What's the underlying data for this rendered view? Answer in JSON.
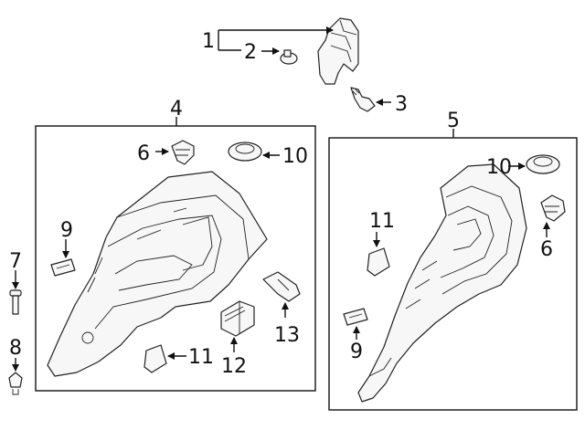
{
  "callouts": {
    "c1": "1",
    "c2": "2",
    "c3": "3",
    "c4": "4",
    "c5": "5",
    "c6a": "6",
    "c6b": "6",
    "c7": "7",
    "c8": "8",
    "c9a": "9",
    "c9b": "9",
    "c10a": "10",
    "c10b": "10",
    "c11a": "11",
    "c11b": "11",
    "c12": "12",
    "c13": "13"
  },
  "colors": {
    "line": "#111111",
    "part_fill": "#f7f7f7"
  }
}
